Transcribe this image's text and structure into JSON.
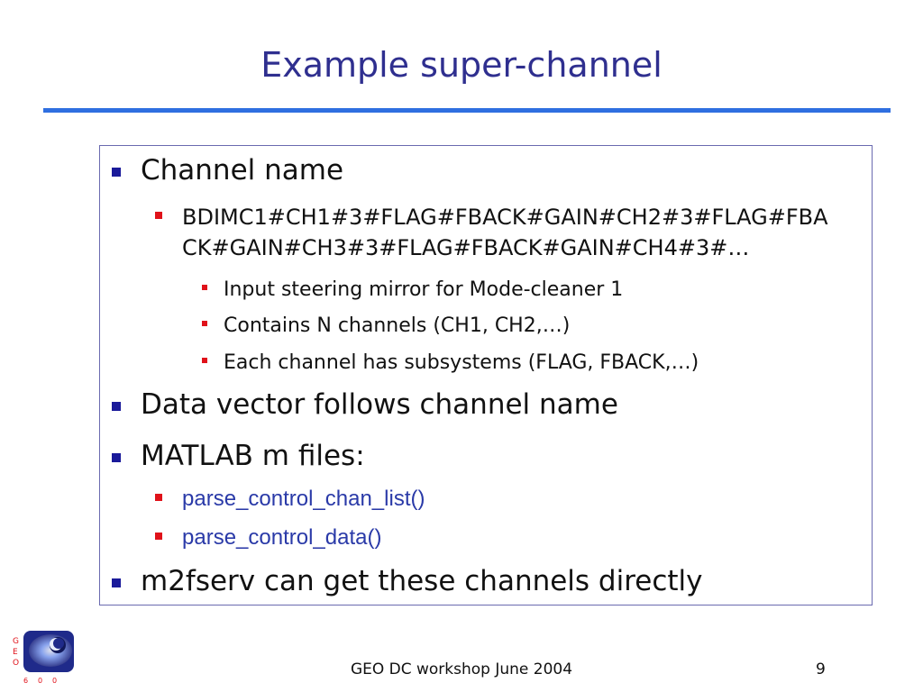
{
  "slide": {
    "title": "Example super-channel",
    "bullets": {
      "b1": "Channel name",
      "b1_sub1_line1": "BDIMC1#CH1#3#FLAG#FBACK#GAIN#CH2#3#FLAG#FBA",
      "b1_sub1_line2": "CK#GAIN#CH3#3#FLAG#FBACK#GAIN#CH4#3#…",
      "b1_sub1_sub1": "Input steering mirror for Mode-cleaner 1",
      "b1_sub1_sub2": "Contains N channels (CH1, CH2,…)",
      "b1_sub1_sub3": "Each channel has subsystems (FLAG, FBACK,…)",
      "b2": "Data vector follows channel name",
      "b3": "MATLAB m files:",
      "b3_sub1": "parse_control_chan_list()",
      "b3_sub2": "parse_control_data()",
      "b4": "m2fserv can get these channels directly"
    },
    "footer": "GEO DC workshop June 2004",
    "page_number": "9",
    "logo_letters": [
      "G",
      "E",
      "O",
      "6",
      "0",
      "0"
    ]
  },
  "colors": {
    "title": "#2f2f8f",
    "rule": "#2f6fe0",
    "bullet_l1": "#1a1a9a",
    "bullet_l2": "#e0121a",
    "code_text": "#2a3aa8"
  },
  "icons": {
    "logo": "geo600-logo-icon"
  }
}
